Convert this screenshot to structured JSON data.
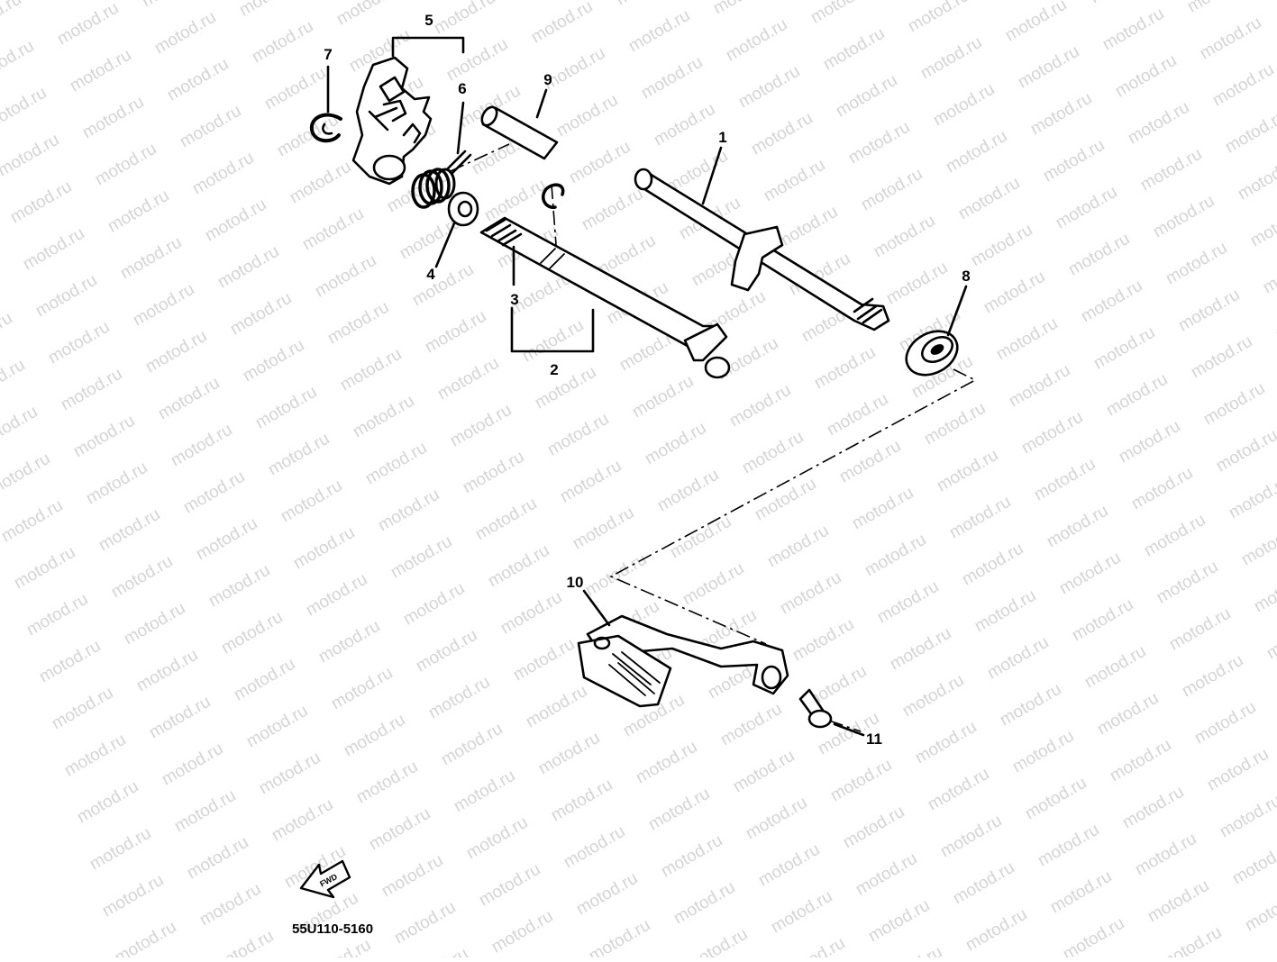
{
  "watermark": {
    "text": "motod.ru"
  },
  "callouts": {
    "c1": "1",
    "c2": "2",
    "c3": "3",
    "c4": "4",
    "c5": "5",
    "c6": "6",
    "c7": "7",
    "c8": "8",
    "c9": "9",
    "c10": "10",
    "c11": "11"
  },
  "fwd_label": "FWD",
  "drawing_code": "55U110-5160"
}
